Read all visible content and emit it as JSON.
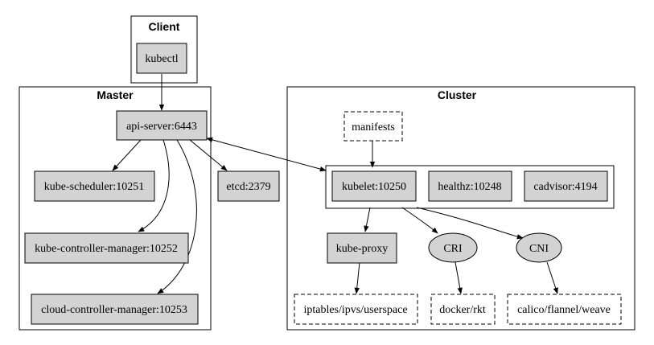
{
  "clusters": {
    "client": "Client",
    "master": "Master",
    "cluster": "Cluster"
  },
  "nodes": {
    "kubectl": "kubectl",
    "api_server": "api-server:6443",
    "kube_scheduler": "kube-scheduler:10251",
    "kube_controller_manager": "kube-controller-manager:10252",
    "cloud_controller_manager": "cloud-controller-manager:10253",
    "etcd": "etcd:2379",
    "manifests": "manifests",
    "kubelet": "kubelet:10250",
    "healthz": "healthz:10248",
    "cadvisor": "cadvisor:4194",
    "kube_proxy": "kube-proxy",
    "cri": "CRI",
    "cni": "CNI",
    "iptables": "iptables/ipvs/userspace",
    "docker": "docker/rkt",
    "calico": "calico/flannel/weave"
  },
  "colors": {
    "node_fill": "#d3d3d3",
    "stroke": "#000000",
    "background": "#ffffff"
  }
}
